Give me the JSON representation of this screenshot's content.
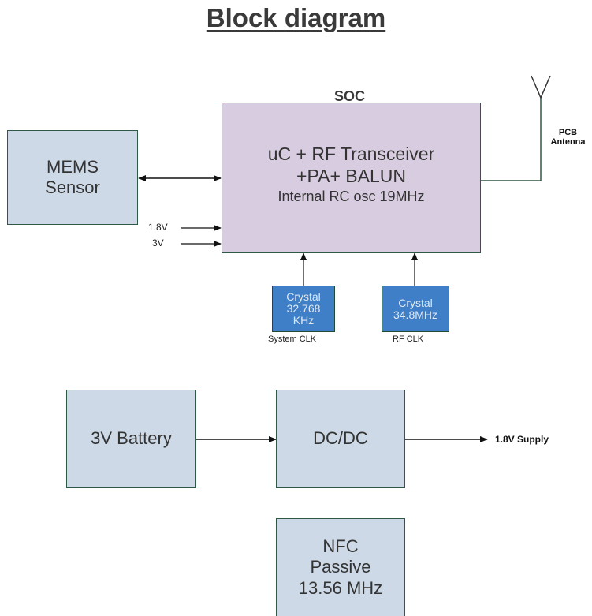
{
  "title": "Block diagram",
  "soc": {
    "label": "SOC",
    "line1": "uC + RF Transceiver",
    "line2": "+PA+ BALUN",
    "line3": "Internal RC osc 19MHz"
  },
  "mems": {
    "line1": "MEMS",
    "line2": "Sensor"
  },
  "inputs": {
    "v18": "1.8V",
    "v3": "3V"
  },
  "antenna": {
    "line1": "PCB",
    "line2": "Antenna"
  },
  "crystal_sys": {
    "line1": "Crystal",
    "line2": "32.768",
    "line3": "KHz",
    "caption": "System CLK"
  },
  "crystal_rf": {
    "line1": "Crystal",
    "line2": "34.8MHz",
    "caption": "RF CLK"
  },
  "battery": {
    "label": "3V Battery"
  },
  "dcdc": {
    "label": "DC/DC"
  },
  "supply": {
    "label": "1.8V Supply"
  },
  "nfc": {
    "line1": "NFC",
    "line2": "Passive",
    "line3": "13.56 MHz"
  },
  "colors": {
    "block_fill": "#cdd9e6",
    "soc_fill": "#d8cce0",
    "crystal_fill": "#3f7fc7",
    "border": "#2e5a45"
  }
}
